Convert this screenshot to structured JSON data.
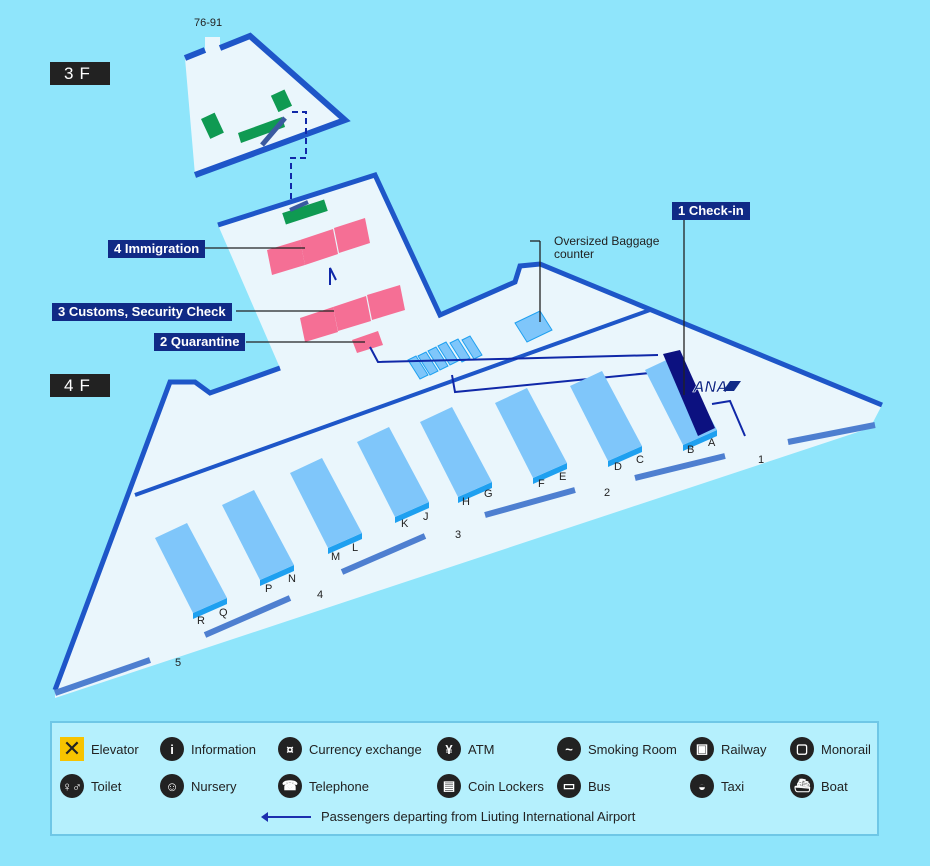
{
  "floors": {
    "f3": "3F",
    "f4": "4F"
  },
  "gate_range": "76-91",
  "labels": {
    "checkin": "1 Check-in",
    "quarantine": "2 Quarantine",
    "customs": "3 Customs, Security Check",
    "immigration": "4 Immigration",
    "oversized_line1": "Oversized Baggage",
    "oversized_line2": "counter",
    "airline": "ANA"
  },
  "counters": [
    {
      "left": "R",
      "right": "Q"
    },
    {
      "left": "P",
      "right": "N"
    },
    {
      "left": "M",
      "right": "L"
    },
    {
      "left": "K",
      "right": "J"
    },
    {
      "left": "H",
      "right": "G"
    },
    {
      "left": "F",
      "right": "E"
    },
    {
      "left": "D",
      "right": "C"
    },
    {
      "left": "B",
      "right": "A"
    }
  ],
  "entrances": [
    "1",
    "2",
    "3",
    "4",
    "5"
  ],
  "legend": {
    "items": [
      {
        "icon": "elevator-icon",
        "glyph": "✕",
        "label": "Elevator"
      },
      {
        "icon": "information-icon",
        "glyph": "i",
        "label": "Information"
      },
      {
        "icon": "currency-exchange-icon",
        "glyph": "¤",
        "label": "Currency exchange"
      },
      {
        "icon": "atm-icon",
        "glyph": "¥",
        "label": "ATM"
      },
      {
        "icon": "smoking-room-icon",
        "glyph": "~",
        "label": "Smoking Room"
      },
      {
        "icon": "railway-icon",
        "glyph": "▣",
        "label": "Railway"
      },
      {
        "icon": "monorail-icon",
        "glyph": "▢",
        "label": "Monorail"
      },
      {
        "icon": "toilet-icon",
        "glyph": "♀♂",
        "label": "Toilet"
      },
      {
        "icon": "nursery-icon",
        "glyph": "☺",
        "label": "Nursery"
      },
      {
        "icon": "telephone-icon",
        "glyph": "☎",
        "label": "Telephone"
      },
      {
        "icon": "coin-lockers-icon",
        "glyph": "▤",
        "label": "Coin Lockers"
      },
      {
        "icon": "bus-icon",
        "glyph": "▭",
        "label": "Bus"
      },
      {
        "icon": "taxi-icon",
        "glyph": "◒",
        "label": "Taxi"
      },
      {
        "icon": "boat-icon",
        "glyph": "⛴",
        "label": "Boat"
      }
    ],
    "departing": "Passengers departing from Liuting International Airport"
  }
}
